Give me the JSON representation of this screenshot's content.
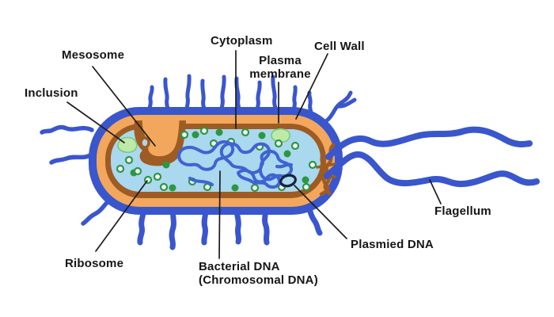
{
  "diagram": {
    "subject": "Bacterial cell structure (prokaryote) labeled diagram",
    "background": "#ffffff",
    "colors": {
      "cell_wall_blue": "#3a56cd",
      "periplasm_orange": "#f3a75c",
      "plasma_membrane_brown": "#9e5b24",
      "cytoplasm_light_blue": "#a9d8ef",
      "ribosome_green": "#2b9740",
      "inclusion_green_fill": "#bdeaa9",
      "inclusion_green_stroke": "#7bc97b",
      "dna_blue": "#3f63d4",
      "plasmid_dark": "#17233d",
      "leader_line": "#1c1c1c",
      "label_text": "#151515"
    },
    "labels": {
      "mesosome": "Mesosome",
      "inclusion": "Inclusion",
      "cytoplasm": "Cytoplasm",
      "plasma_membrane_line1": "Plasma",
      "plasma_membrane_line2": "membrane",
      "cell_wall": "Cell Wall",
      "flagellum": "Flagellum",
      "plasmid_dna": "Plasmied DNA",
      "ribosome": "Ribosome",
      "bacterial_dna_line1": "Bacterial DNA",
      "bacterial_dna_line2": "(Chromosomal DNA)"
    }
  }
}
